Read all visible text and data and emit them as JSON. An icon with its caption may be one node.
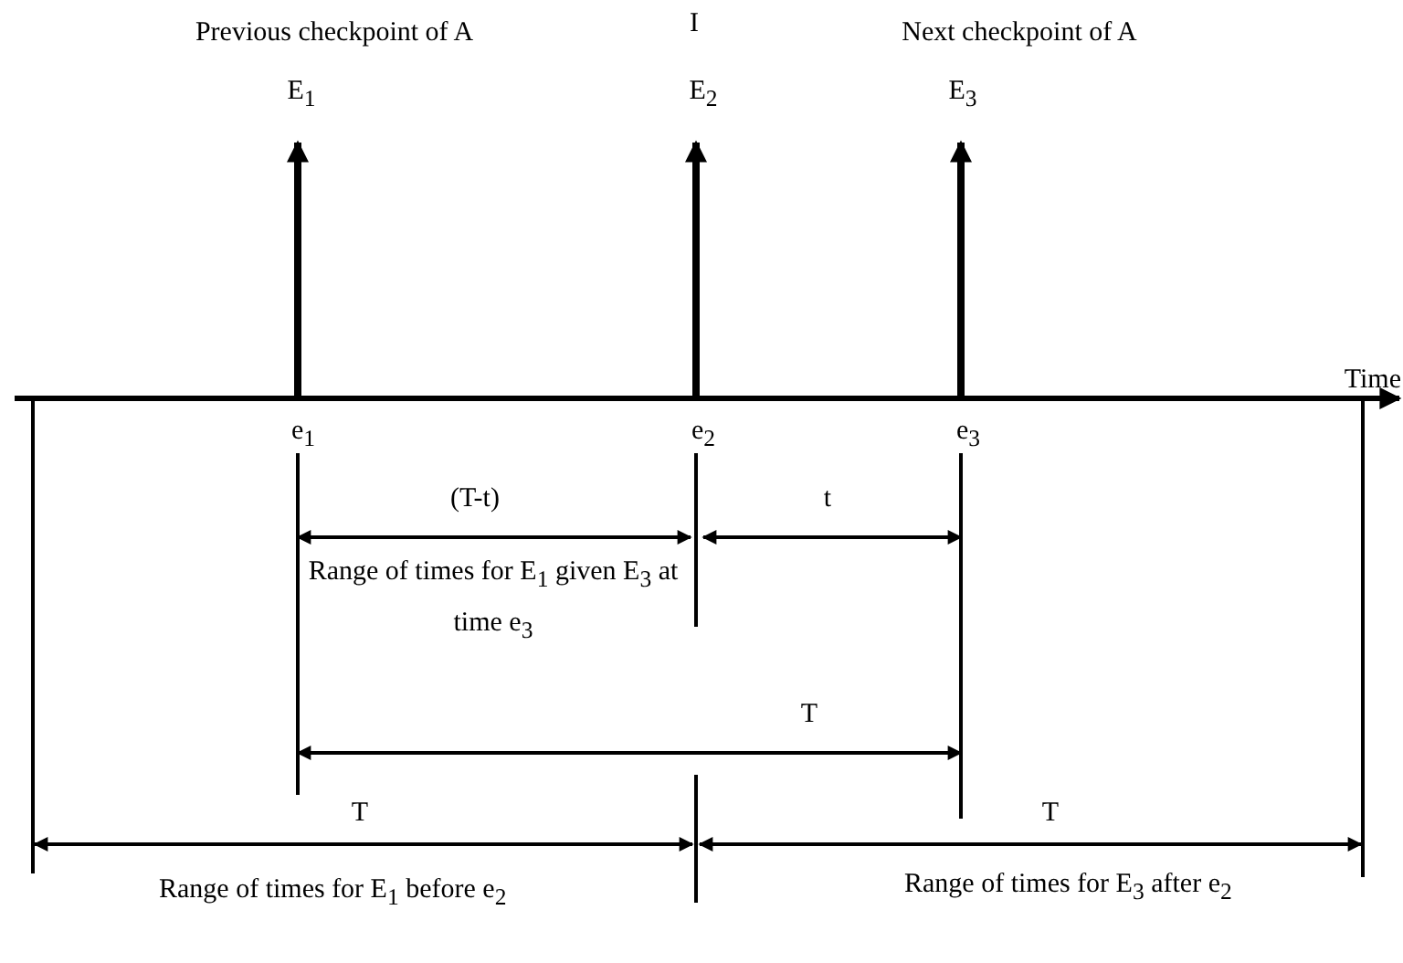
{
  "diagram": {
    "labels": [
      "Previous checkpoint of A",
      "I",
      "Next checkpoint of A",
      "E$_{1}$",
      "E$_{2}$",
      "E$_{3}$",
      "Time",
      "e$_{1}$",
      "e$_{2}$",
      "e$_{3}$",
      "(T-t)",
      "t",
      "Range of times for E$_{1}$ given E$_{3}$ at time e$_{3}$",
      "T",
      "T",
      "T",
      "Range of times for E$_{1}$ before e$_{2}$",
      "Range of times for E$_{3}$ after e$_{2}$"
    ]
  }
}
